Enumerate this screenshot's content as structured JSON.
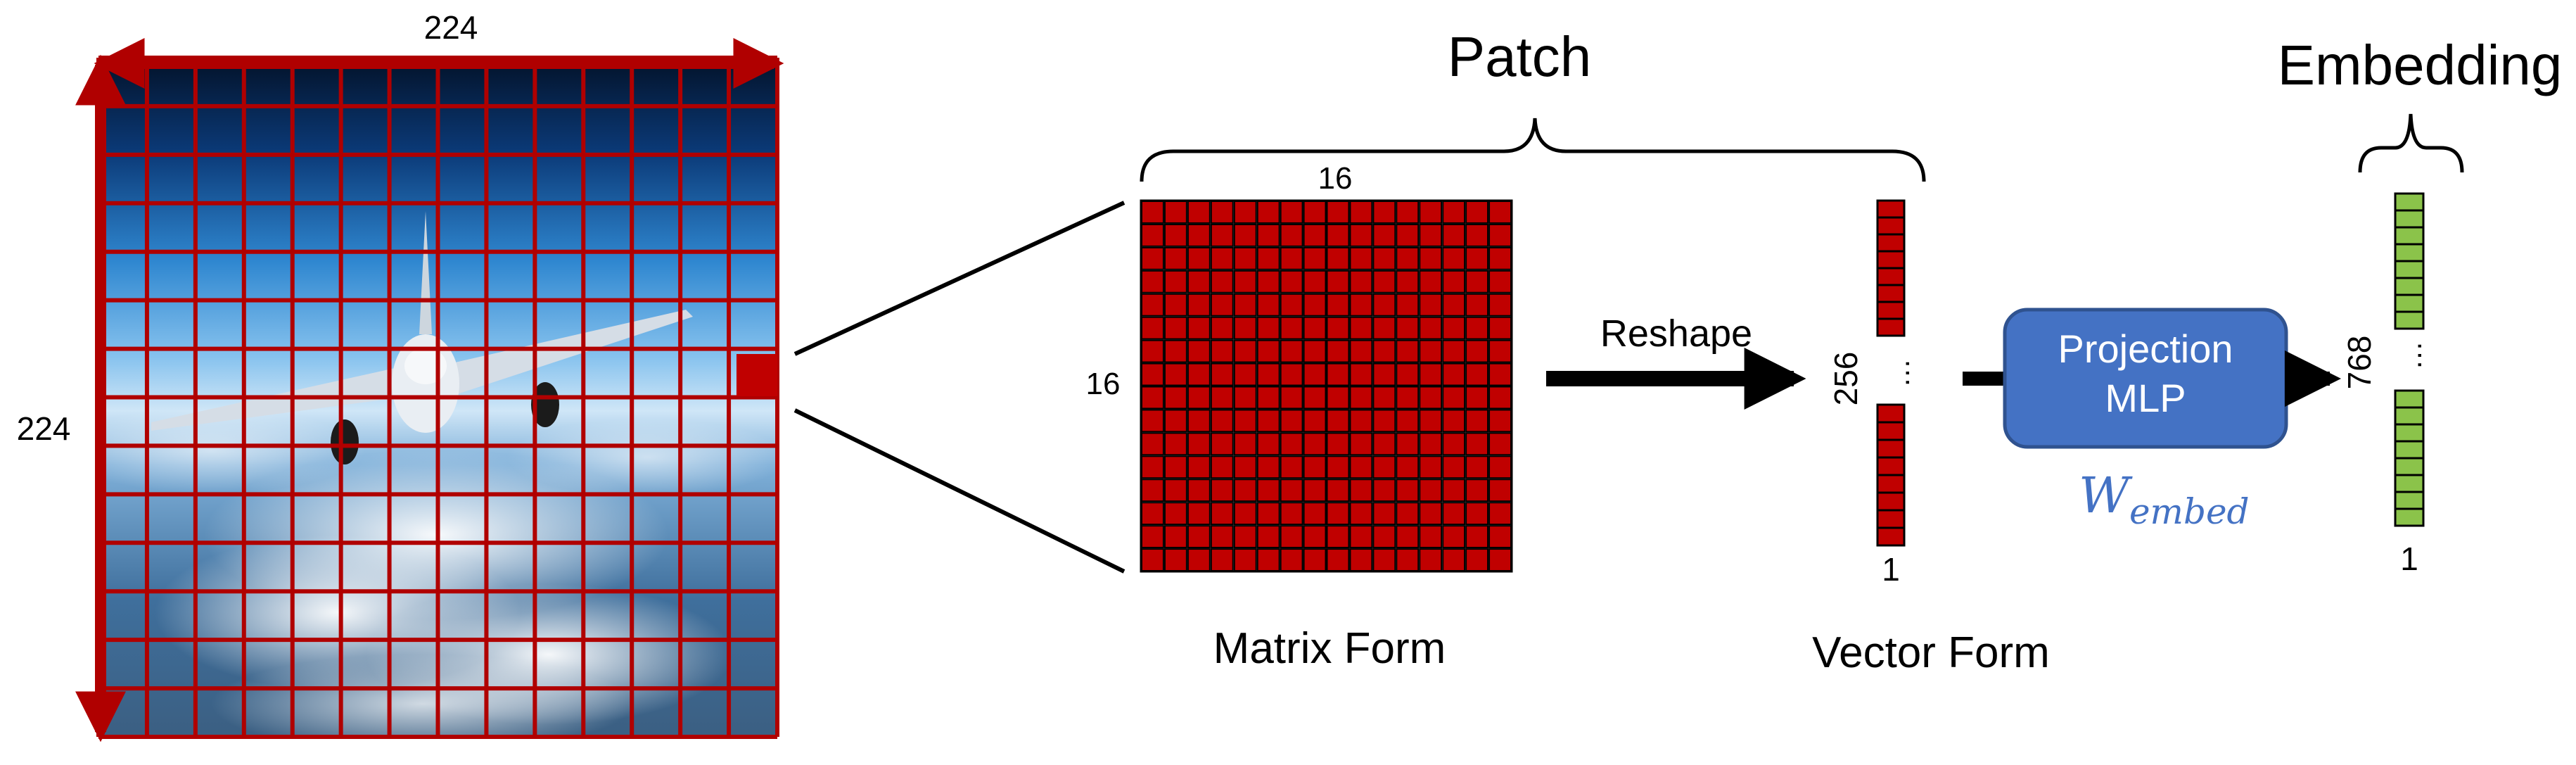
{
  "image": {
    "width_label": "224",
    "height_label": "224",
    "scene": "airplane-in-sky",
    "grid_color": "#b00000"
  },
  "patch": {
    "title": "Patch",
    "width_label": "16",
    "height_label": "16",
    "matrix_caption": "Matrix Form",
    "reshape_label": "Reshape",
    "vector_length_label": "256",
    "vector_ellipsis": "…",
    "vector_index_label": "1",
    "vector_caption": "Vector Form",
    "cell_color": "#c00000"
  },
  "projection": {
    "line1": "Projection",
    "line2": "MLP",
    "weight_symbol": "W",
    "weight_subscript": "embed",
    "box_color": "#4472c4",
    "weight_color": "#4472c4"
  },
  "embedding": {
    "title": "Embedding",
    "length_label": "768",
    "ellipsis": "…",
    "index_label": "1",
    "cell_color": "#8bc34a"
  }
}
